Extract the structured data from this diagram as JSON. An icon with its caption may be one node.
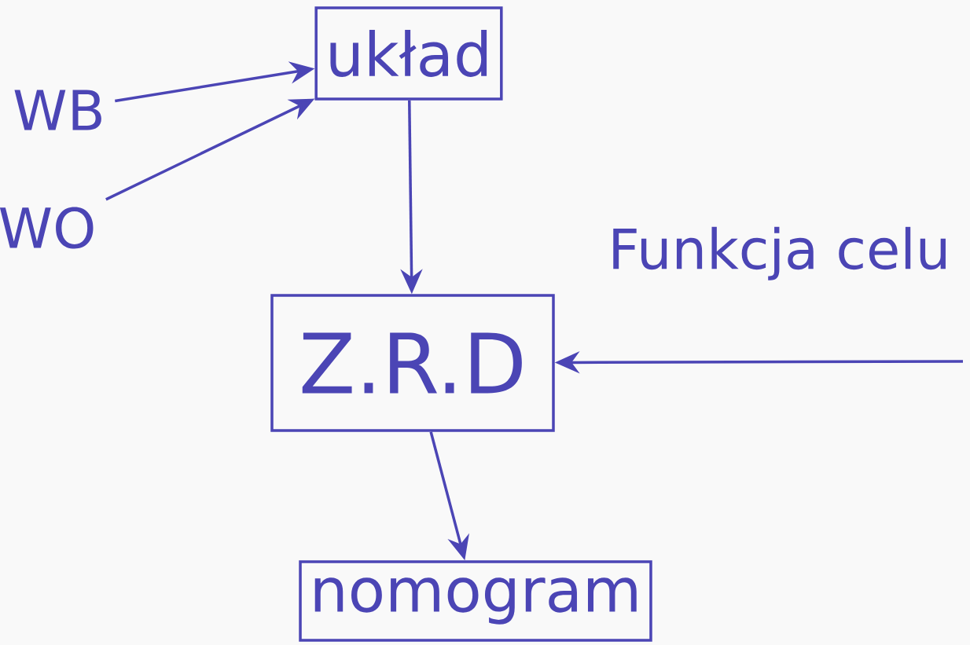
{
  "diagram": {
    "nodes": [
      {
        "text": [
          "WB"
        ]
      },
      {
        "text": [
          "WO"
        ]
      },
      {
        "text": [
          "układ"
        ]
      },
      {
        "text": [
          "Z.R.D"
        ]
      },
      {
        "text": [
          "nomogram"
        ]
      }
    ],
    "edges": [
      {
        "from": 0,
        "to": 2,
        "arrow": "to"
      },
      {
        "from": 1,
        "to": 2,
        "arrow": "to"
      },
      {
        "from": 2,
        "to": 3,
        "arrow": "to"
      },
      {
        "from": null,
        "to": 3,
        "arrow": "to",
        "label": "Funkcja celu"
      },
      {
        "from": 3,
        "to": 4,
        "arrow": "to"
      }
    ]
  }
}
